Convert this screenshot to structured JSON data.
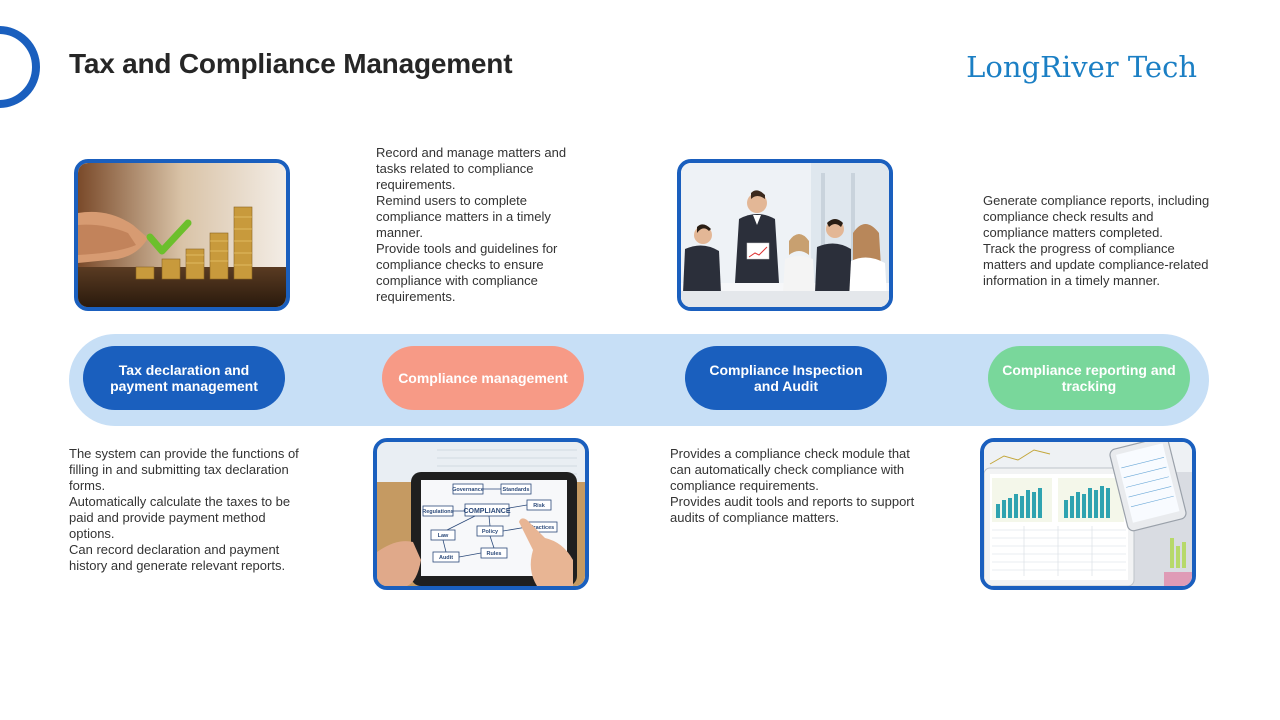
{
  "header": {
    "title": "Tax and Compliance Management",
    "brand": "LongRiver Tech"
  },
  "colors": {
    "primary": "#1a5fbe",
    "band": "#c7dff6",
    "salmon": "#f79a86",
    "green": "#79d79b",
    "brand_text": "#1b7fc4"
  },
  "stages": [
    {
      "label": "Tax declaration and payment management",
      "description": "The system can provide the functions of filling in and submitting tax declaration forms.\nAutomatically calculate the taxes to be paid and provide payment method options.\nCan record declaration and payment history and generate relevant reports."
    },
    {
      "label": "Compliance management",
      "description": "Record and manage matters and tasks related to compliance requirements.\nRemind users to complete compliance matters in a timely manner.\nProvide tools and guidelines for compliance checks to ensure compliance with compliance requirements."
    },
    {
      "label": "Compliance Inspection and Audit",
      "description": "Provides a compliance check module that can automatically check compliance with compliance requirements.\nProvides audit tools and reports to support audits of compliance matters."
    },
    {
      "label": "Compliance reporting and tracking",
      "description": "Generate compliance reports, including compliance check results and compliance matters completed.\nTrack the progress of compliance matters and update compliance-related information in a timely manner."
    }
  ],
  "tablet_diagram": {
    "boxes": [
      "Governance",
      "Standards",
      "Regulations",
      "COMPLIANCE",
      "Risk",
      "Law",
      "Policy",
      "Practices",
      "Audit",
      "Rules"
    ]
  }
}
